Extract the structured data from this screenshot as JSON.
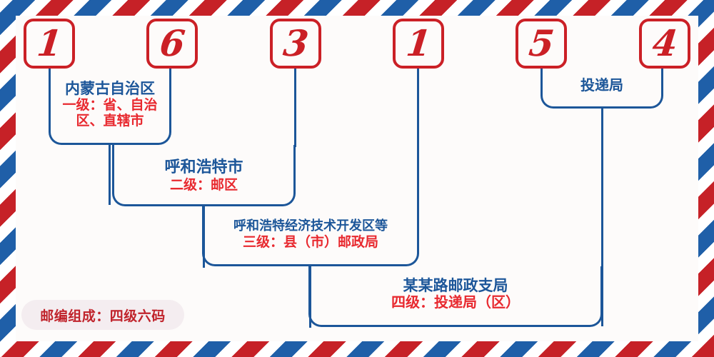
{
  "postcode": {
    "digits": [
      "1",
      "6",
      "3",
      "1",
      "5",
      "4"
    ]
  },
  "levels": [
    {
      "id": "level-1",
      "title": "内蒙古自治区",
      "subtitle": "一级：省、自治区、直辖市"
    },
    {
      "id": "level-2",
      "title": "呼和浩特市",
      "subtitle": "二级：邮区"
    },
    {
      "id": "level-3",
      "title": "呼和浩特经济技术开发区等",
      "subtitle": "三级：县（市）邮政局"
    },
    {
      "id": "level-4",
      "title": "某某路邮政支局",
      "subtitle": "四级：投递局（区）"
    }
  ],
  "delivery_office_label": "投递局",
  "badge": {
    "text": "邮编组成：四级六码"
  },
  "colors": {
    "red": "#cb2026",
    "blue": "#1c5699",
    "sub_red": "#e8292f",
    "badge_bg": "#f4edf0",
    "badge_text": "#c0232b",
    "paper": "#fdfbfa"
  }
}
